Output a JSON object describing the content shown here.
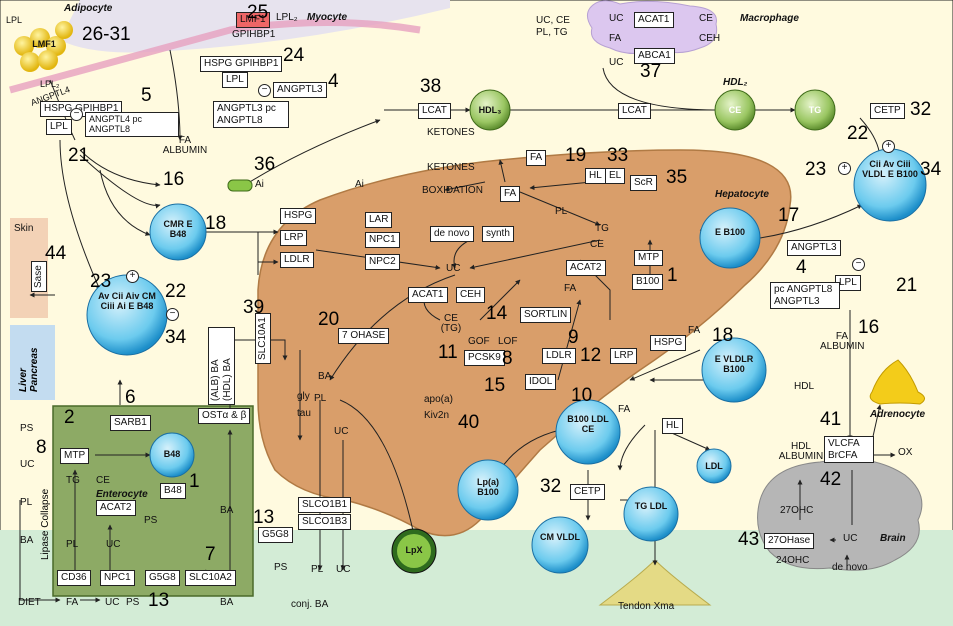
{
  "labels": {
    "adipocyte": "Adipocyte",
    "myocyte": "Myocyte",
    "macrophage": "Macrophage",
    "hepatocyte": "Hepatocyte",
    "enterocyte": "Enterocyte",
    "adrenocyte": "Adrenocyte",
    "brain": "Brain",
    "tendon": "Tendon Xma",
    "skin": "Skin",
    "liver_pancreas": "Liver Pancreas",
    "lipase_collapse": "Lipase Collapse"
  },
  "boxes": {
    "hspg_gpihbp1_left": "HSPG GPIHBP1",
    "lpl_left": "LPL",
    "angptl4_pc": "ANGPTL4 pc ANGPTL8",
    "lmf1": "LMF1",
    "gpihbp1_my": "GPIHBP1",
    "hspg_gpihbp1_my": "HSPG GPIHBP1",
    "lpl_my": "LPL",
    "angptl3_top": "ANGPTL3",
    "angptl3_pc": "ANGPTL3 pc ANGPTL8",
    "lcat_top": "LCAT",
    "lcat_mid": "LCAT",
    "acat1_mac": "ACAT1",
    "abca1": "ABCA1",
    "cetp_right": "CETP",
    "fa_hep": "FA",
    "hl_hep": "HL",
    "el_hep": "EL",
    "scr": "ScR",
    "fa_center": "FA",
    "de_novo": "de novo",
    "synth": "synth",
    "lar": "LAR",
    "npc1_hep": "NPC1",
    "npc2": "NPC2",
    "hspg_liver": "HSPG",
    "lrp_liver": "LRP",
    "ldlr_liver": "LDLR",
    "acat2_hep": "ACAT2",
    "mtp_hep": "MTP",
    "b100_hep": "B100",
    "acat1_hep": "ACAT1",
    "ceh_hep": "CEH",
    "seven_ohase": "7 OHASE",
    "sortilin": "SORTLIN",
    "pcsk9": "PCSK9",
    "ldlr_mid": "LDLR",
    "lrp_mid": "LRP",
    "hspg_mid": "HSPG",
    "idol": "IDOL",
    "hl_mid": "HL",
    "angptl3_r": "ANGPTL3",
    "lpl_r": "LPL",
    "angptl_pc_r": "pc ANGPTL8 ANGPTL3",
    "vlcfa": "VLCFA BrCFA",
    "cetp_bottom": "CETP",
    "o27hase": "27OHase",
    "slc10a1": "SLC10A1",
    "alb_hdl_ba": "(ALB) BA (HDL) BA",
    "osta": "OSTα & β",
    "slco1b1": "SLCO1B1",
    "slco1b3": "SLCO1B3",
    "g5g8_liver": "G5G8",
    "sarb1": "SARB1",
    "mtp_ent": "MTP",
    "b48_ent": "B48",
    "acat2_ent": "ACAT2",
    "cd36": "CD36",
    "npc1_ent": "NPC1",
    "g5g8_ent": "G5G8",
    "slc10a2": "SLC10A2",
    "sase": "Sase"
  },
  "text": {
    "lpl2": "LPL",
    "lpl_lpl2": "LPL₂",
    "lpl_my_out": "LPL₂",
    "angptl4": "ANGPTL4",
    "fa_albumin": "FA ALBUMIN",
    "ai": "Ai",
    "ai_liver": "Ai",
    "ketones1": "KETONES",
    "ketones2": "KETONES",
    "boxidation": "BOXIDATION",
    "uc_ce_mac": "UC, CE",
    "pl_tg_mac": "PL, TG",
    "uc_mac": "UC",
    "fa_mac": "FA",
    "ce_mac": "CE",
    "ceh_mac": "CEH",
    "uc_mac2": "UC",
    "pl_hep": "PL",
    "tg_hep": "TG",
    "ce_hep": "CE",
    "uc_hep": "UC",
    "fa_hep2": "FA",
    "ce_tg": "CE (TG)",
    "gof": "GOF",
    "lof": "LOF",
    "ba_hep": "BA",
    "gly": "gly",
    "tau": "tau",
    "pl_hep2": "PL",
    "uc_hep2": "UC",
    "apoa": "apo(a)",
    "kiv2n": "Kiv2n",
    "ps": "PS",
    "pl_b": "PL",
    "uc_b": "UC",
    "conj_ba": "conj. BA",
    "fa_ldl": "FA",
    "fa_vldlr": "FA",
    "hdl_right": "HDL",
    "fa_albumin_r": "FA ALBUMIN",
    "hdl_albumin": "HDL ALBUMIN",
    "ox": "OX",
    "o27ohc": "27OHC",
    "o24ohc": "24OHC",
    "uc_brain": "UC",
    "de_novo_brain": "de novo",
    "ps_ent": "PS",
    "uc_ent": "UC",
    "pl_ent": "PL",
    "ba_ent": "BA",
    "diet": "DIET",
    "fa_ent": "FA",
    "uc_ent2": "UC",
    "ps_ent2": "PS",
    "tg_ent": "TG",
    "ce_ent": "CE",
    "pl_ent2": "PL",
    "uc_ent3": "UC",
    "ps_ent3": "PS",
    "ba_ent2": "BA",
    "ba_ent3": "BA",
    "plus": "+",
    "minus": "−"
  },
  "particles": {
    "hdl3": "HDL₃",
    "hdl2_label": "HDL₂",
    "ce_green": "CE",
    "tg_green": "TG",
    "vldl": "Cii Av Ciii VLDL E B100",
    "cmr": "CMR E B48",
    "e_b100": "E B100",
    "cm": "Av Cii Aiv CM Ciii Ai E B48",
    "b48": "B48",
    "ldl": "B100 LDL CE",
    "vldlr": "E VLDLR B100",
    "lpa": "Lp(a) B100",
    "cm_vldl": "CM VLDL",
    "tg_ldl": "TG LDL",
    "ldl_small": "LDL",
    "lpx": "LpX",
    "lmf1_fat": "LMF1"
  },
  "numbers": [
    "25",
    "26-31",
    "24",
    "4",
    "5",
    "21",
    "16",
    "36",
    "38",
    "37",
    "32",
    "22",
    "23",
    "34",
    "33",
    "19",
    "35",
    "17",
    "18",
    "1",
    "4",
    "21",
    "16",
    "20",
    "39",
    "14",
    "11",
    "8",
    "9",
    "12",
    "15",
    "40",
    "10",
    "18",
    "41",
    "42",
    "43",
    "2",
    "8",
    "6",
    "1",
    "13",
    "7",
    "13",
    "44",
    "23",
    "22",
    "34",
    "32"
  ]
}
